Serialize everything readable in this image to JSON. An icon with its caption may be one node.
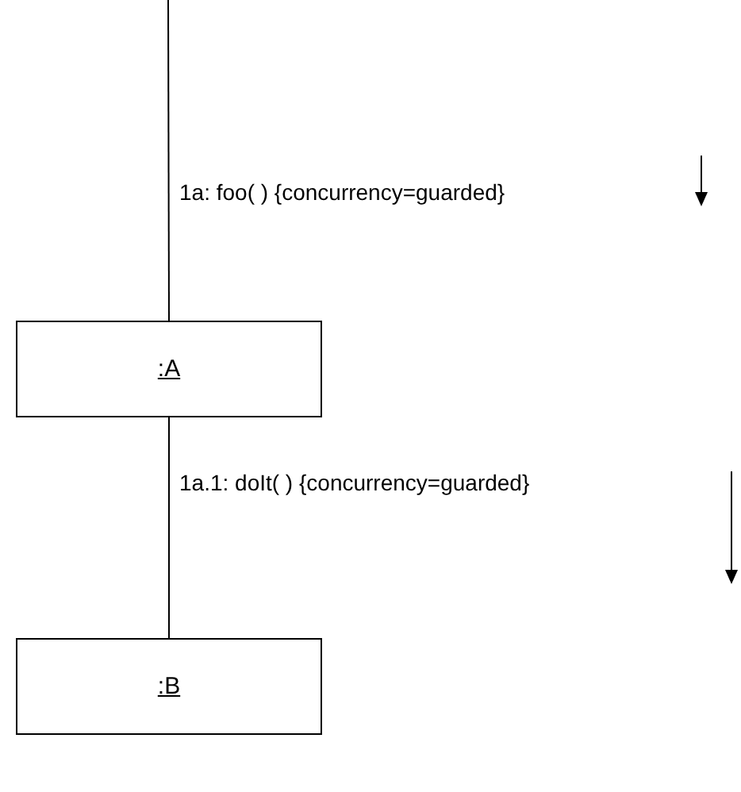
{
  "diagram": {
    "nodes": [
      {
        "text": [
          ":A"
        ]
      },
      {
        "text": [
          ":B"
        ]
      }
    ],
    "edges": [
      {
        "from": null,
        "to": 0,
        "arrow": "none",
        "label": "1a: foo( ) {concurrency=guarded}"
      },
      {
        "from": 0,
        "to": 1,
        "arrow": "none",
        "label": "1a.1: doIt( ) {concurrency=guarded}"
      }
    ]
  }
}
